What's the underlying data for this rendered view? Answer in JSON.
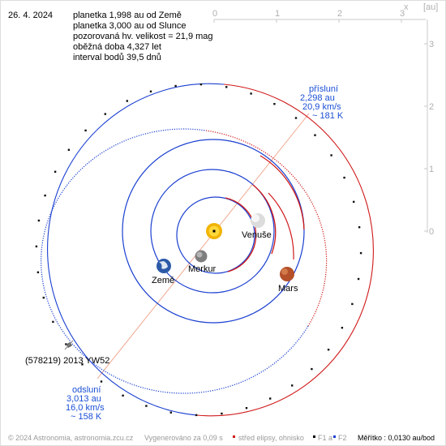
{
  "date": "26. 4. 2024",
  "info": [
    "planetka 1,998 au od Země",
    "planetka 3,000 au od Slunce",
    "pozorovaná hv. velikost = 21,9 mag",
    "oběžná doba 4,327 let",
    "interval bodů 39,5 dnů"
  ],
  "axes": {
    "x_label": "x",
    "unit_label": "[au]",
    "x_ticks": [
      "0",
      "1",
      "2",
      "3"
    ],
    "y_ticks": [
      "3",
      "2",
      "1",
      "0"
    ]
  },
  "perihelion": {
    "title": "přísluní",
    "dist": "2,298 au",
    "speed": "20,9 km/s",
    "temp": "~ 181 K"
  },
  "aphelion": {
    "title": "odsluní",
    "dist": "3,013 au",
    "speed": "16,0 km/s",
    "temp": "~ 158 K"
  },
  "planets": {
    "venus": "Venuše",
    "mercury": "Merkur",
    "earth": "Země",
    "mars": "Mars"
  },
  "asteroid_name": "(578219) 2013 YW52",
  "footer": {
    "copyright": "© 2024 Astronomia, astronomia.zcu.cz",
    "generated": "Vygenerováno za 0,09 s",
    "legend_center": "střed elipsy, ohnisko",
    "legend_f1": "F1 a",
    "legend_f2": "F2",
    "scale": "Měřítko : 0,0130 au/bod"
  },
  "colors": {
    "orbit_blue": "#1a3fd0",
    "orbit_red": "#d01818",
    "axis_gray": "#c8c8c8",
    "label_blue": "#1a4fd6"
  }
}
